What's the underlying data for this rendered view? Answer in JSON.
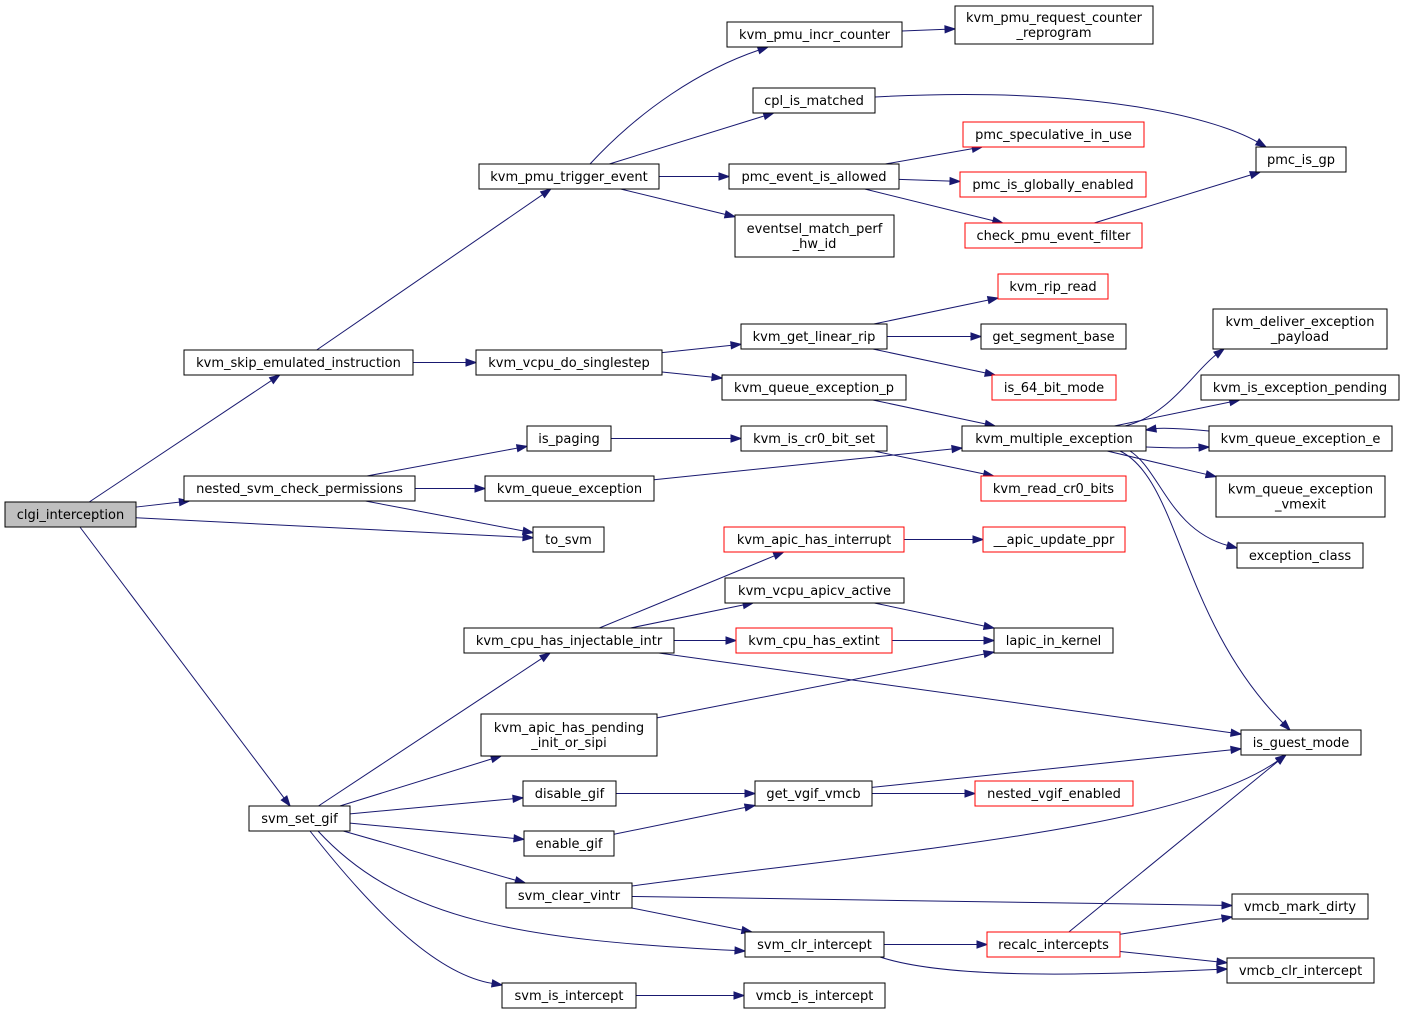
{
  "diagram": {
    "type": "call-graph",
    "colors": {
      "edge": "#191970",
      "node_border": "#000000",
      "node_border_incomplete": "#ff0000",
      "root_fill": "#bfbfbf"
    },
    "nodes": [
      {
        "id": "clgi_interception",
        "lines": [
          "clgi_interception"
        ],
        "style": "root"
      },
      {
        "id": "kvm_skip_emulated_instruction",
        "lines": [
          "kvm_skip_emulated_instruction"
        ],
        "style": "normal"
      },
      {
        "id": "nested_svm_check_permissions",
        "lines": [
          "nested_svm_check_permissions"
        ],
        "style": "normal"
      },
      {
        "id": "to_svm",
        "lines": [
          "to_svm"
        ],
        "style": "normal"
      },
      {
        "id": "svm_set_gif",
        "lines": [
          "svm_set_gif"
        ],
        "style": "normal"
      },
      {
        "id": "kvm_pmu_trigger_event",
        "lines": [
          "kvm_pmu_trigger_event"
        ],
        "style": "normal"
      },
      {
        "id": "kvm_vcpu_do_singlestep",
        "lines": [
          "kvm_vcpu_do_singlestep"
        ],
        "style": "normal"
      },
      {
        "id": "is_paging",
        "lines": [
          "is_paging"
        ],
        "style": "normal"
      },
      {
        "id": "kvm_queue_exception",
        "lines": [
          "kvm_queue_exception"
        ],
        "style": "normal"
      },
      {
        "id": "kvm_cpu_has_injectable_intr",
        "lines": [
          "kvm_cpu_has_injectable_intr"
        ],
        "style": "normal"
      },
      {
        "id": "kvm_apic_has_pending_init_or_sipi",
        "lines": [
          "kvm_apic_has_pending",
          "_init_or_sipi"
        ],
        "style": "normal"
      },
      {
        "id": "disable_gif",
        "lines": [
          "disable_gif"
        ],
        "style": "normal"
      },
      {
        "id": "enable_gif",
        "lines": [
          "enable_gif"
        ],
        "style": "normal"
      },
      {
        "id": "svm_clear_vintr",
        "lines": [
          "svm_clear_vintr"
        ],
        "style": "normal"
      },
      {
        "id": "svm_is_intercept",
        "lines": [
          "svm_is_intercept"
        ],
        "style": "normal"
      },
      {
        "id": "kvm_pmu_incr_counter",
        "lines": [
          "kvm_pmu_incr_counter"
        ],
        "style": "normal"
      },
      {
        "id": "cpl_is_matched",
        "lines": [
          "cpl_is_matched"
        ],
        "style": "normal"
      },
      {
        "id": "pmc_event_is_allowed",
        "lines": [
          "pmc_event_is_allowed"
        ],
        "style": "normal"
      },
      {
        "id": "eventsel_match_perf_hw_id",
        "lines": [
          "eventsel_match_perf",
          "_hw_id"
        ],
        "style": "normal"
      },
      {
        "id": "kvm_get_linear_rip",
        "lines": [
          "kvm_get_linear_rip"
        ],
        "style": "normal"
      },
      {
        "id": "kvm_queue_exception_p",
        "lines": [
          "kvm_queue_exception_p"
        ],
        "style": "normal"
      },
      {
        "id": "kvm_is_cr0_bit_set",
        "lines": [
          "kvm_is_cr0_bit_set"
        ],
        "style": "normal"
      },
      {
        "id": "kvm_apic_has_interrupt",
        "lines": [
          "kvm_apic_has_interrupt"
        ],
        "style": "incomplete"
      },
      {
        "id": "kvm_vcpu_apicv_active",
        "lines": [
          "kvm_vcpu_apicv_active"
        ],
        "style": "normal"
      },
      {
        "id": "kvm_cpu_has_extint",
        "lines": [
          "kvm_cpu_has_extint"
        ],
        "style": "incomplete"
      },
      {
        "id": "get_vgif_vmcb",
        "lines": [
          "get_vgif_vmcb"
        ],
        "style": "normal"
      },
      {
        "id": "svm_clr_intercept",
        "lines": [
          "svm_clr_intercept"
        ],
        "style": "normal"
      },
      {
        "id": "vmcb_is_intercept",
        "lines": [
          "vmcb_is_intercept"
        ],
        "style": "normal"
      },
      {
        "id": "kvm_pmu_request_counter_reprogram",
        "lines": [
          "kvm_pmu_request_counter",
          "_reprogram"
        ],
        "style": "normal"
      },
      {
        "id": "pmc_speculative_in_use",
        "lines": [
          "pmc_speculative_in_use"
        ],
        "style": "incomplete"
      },
      {
        "id": "pmc_is_globally_enabled",
        "lines": [
          "pmc_is_globally_enabled"
        ],
        "style": "incomplete"
      },
      {
        "id": "check_pmu_event_filter",
        "lines": [
          "check_pmu_event_filter"
        ],
        "style": "incomplete"
      },
      {
        "id": "kvm_rip_read",
        "lines": [
          "kvm_rip_read"
        ],
        "style": "incomplete"
      },
      {
        "id": "get_segment_base",
        "lines": [
          "get_segment_base"
        ],
        "style": "normal"
      },
      {
        "id": "is_64_bit_mode",
        "lines": [
          "is_64_bit_mode"
        ],
        "style": "incomplete"
      },
      {
        "id": "kvm_multiple_exception",
        "lines": [
          "kvm_multiple_exception"
        ],
        "style": "normal"
      },
      {
        "id": "kvm_read_cr0_bits",
        "lines": [
          "kvm_read_cr0_bits"
        ],
        "style": "incomplete"
      },
      {
        "id": "apic_update_ppr",
        "lines": [
          "__apic_update_ppr"
        ],
        "style": "incomplete"
      },
      {
        "id": "lapic_in_kernel",
        "lines": [
          "lapic_in_kernel"
        ],
        "style": "normal"
      },
      {
        "id": "nested_vgif_enabled",
        "lines": [
          "nested_vgif_enabled"
        ],
        "style": "incomplete"
      },
      {
        "id": "recalc_intercepts",
        "lines": [
          "recalc_intercepts"
        ],
        "style": "incomplete"
      },
      {
        "id": "pmc_is_gp",
        "lines": [
          "pmc_is_gp"
        ],
        "style": "normal"
      },
      {
        "id": "kvm_deliver_exception_payload",
        "lines": [
          "kvm_deliver_exception",
          "_payload"
        ],
        "style": "normal"
      },
      {
        "id": "kvm_is_exception_pending",
        "lines": [
          "kvm_is_exception_pending"
        ],
        "style": "normal"
      },
      {
        "id": "kvm_queue_exception_e",
        "lines": [
          "kvm_queue_exception_e"
        ],
        "style": "normal"
      },
      {
        "id": "kvm_queue_exception_vmexit",
        "lines": [
          "kvm_queue_exception",
          "_vmexit"
        ],
        "style": "normal"
      },
      {
        "id": "exception_class",
        "lines": [
          "exception_class"
        ],
        "style": "normal"
      },
      {
        "id": "is_guest_mode",
        "lines": [
          "is_guest_mode"
        ],
        "style": "normal"
      },
      {
        "id": "vmcb_mark_dirty",
        "lines": [
          "vmcb_mark_dirty"
        ],
        "style": "normal"
      },
      {
        "id": "vmcb_clr_intercept",
        "lines": [
          "vmcb_clr_intercept"
        ],
        "style": "normal"
      }
    ],
    "edges": [
      {
        "from": "clgi_interception",
        "to": "kvm_skip_emulated_instruction"
      },
      {
        "from": "clgi_interception",
        "to": "nested_svm_check_permissions"
      },
      {
        "from": "clgi_interception",
        "to": "to_svm"
      },
      {
        "from": "clgi_interception",
        "to": "svm_set_gif"
      },
      {
        "from": "kvm_skip_emulated_instruction",
        "to": "kvm_pmu_trigger_event"
      },
      {
        "from": "kvm_skip_emulated_instruction",
        "to": "kvm_vcpu_do_singlestep"
      },
      {
        "from": "kvm_pmu_trigger_event",
        "to": "kvm_pmu_incr_counter"
      },
      {
        "from": "kvm_pmu_trigger_event",
        "to": "cpl_is_matched"
      },
      {
        "from": "kvm_pmu_trigger_event",
        "to": "pmc_event_is_allowed"
      },
      {
        "from": "kvm_pmu_trigger_event",
        "to": "eventsel_match_perf_hw_id"
      },
      {
        "from": "kvm_pmu_incr_counter",
        "to": "kvm_pmu_request_counter_reprogram"
      },
      {
        "from": "cpl_is_matched",
        "to": "pmc_is_gp"
      },
      {
        "from": "pmc_event_is_allowed",
        "to": "pmc_speculative_in_use"
      },
      {
        "from": "pmc_event_is_allowed",
        "to": "pmc_is_globally_enabled"
      },
      {
        "from": "pmc_event_is_allowed",
        "to": "check_pmu_event_filter"
      },
      {
        "from": "check_pmu_event_filter",
        "to": "pmc_is_gp"
      },
      {
        "from": "kvm_vcpu_do_singlestep",
        "to": "kvm_get_linear_rip"
      },
      {
        "from": "kvm_vcpu_do_singlestep",
        "to": "kvm_queue_exception_p"
      },
      {
        "from": "kvm_get_linear_rip",
        "to": "kvm_rip_read"
      },
      {
        "from": "kvm_get_linear_rip",
        "to": "get_segment_base"
      },
      {
        "from": "kvm_get_linear_rip",
        "to": "is_64_bit_mode"
      },
      {
        "from": "kvm_queue_exception_p",
        "to": "kvm_multiple_exception"
      },
      {
        "from": "nested_svm_check_permissions",
        "to": "is_paging"
      },
      {
        "from": "nested_svm_check_permissions",
        "to": "kvm_queue_exception"
      },
      {
        "from": "nested_svm_check_permissions",
        "to": "to_svm"
      },
      {
        "from": "is_paging",
        "to": "kvm_is_cr0_bit_set"
      },
      {
        "from": "kvm_is_cr0_bit_set",
        "to": "kvm_read_cr0_bits"
      },
      {
        "from": "kvm_queue_exception",
        "to": "kvm_multiple_exception"
      },
      {
        "from": "kvm_multiple_exception",
        "to": "kvm_deliver_exception_payload"
      },
      {
        "from": "kvm_multiple_exception",
        "to": "kvm_is_exception_pending"
      },
      {
        "from": "kvm_multiple_exception",
        "to": "kvm_queue_exception_e"
      },
      {
        "from": "kvm_queue_exception_e",
        "to": "kvm_multiple_exception"
      },
      {
        "from": "kvm_multiple_exception",
        "to": "kvm_queue_exception_vmexit"
      },
      {
        "from": "kvm_multiple_exception",
        "to": "exception_class"
      },
      {
        "from": "kvm_multiple_exception",
        "to": "is_guest_mode"
      },
      {
        "from": "svm_set_gif",
        "to": "kvm_cpu_has_injectable_intr"
      },
      {
        "from": "svm_set_gif",
        "to": "kvm_apic_has_pending_init_or_sipi"
      },
      {
        "from": "svm_set_gif",
        "to": "disable_gif"
      },
      {
        "from": "svm_set_gif",
        "to": "enable_gif"
      },
      {
        "from": "svm_set_gif",
        "to": "svm_clear_vintr"
      },
      {
        "from": "svm_set_gif",
        "to": "svm_clr_intercept"
      },
      {
        "from": "svm_set_gif",
        "to": "svm_is_intercept"
      },
      {
        "from": "kvm_cpu_has_injectable_intr",
        "to": "kvm_apic_has_interrupt"
      },
      {
        "from": "kvm_cpu_has_injectable_intr",
        "to": "kvm_vcpu_apicv_active"
      },
      {
        "from": "kvm_cpu_has_injectable_intr",
        "to": "kvm_cpu_has_extint"
      },
      {
        "from": "kvm_cpu_has_injectable_intr",
        "to": "is_guest_mode"
      },
      {
        "from": "kvm_apic_has_interrupt",
        "to": "apic_update_ppr"
      },
      {
        "from": "kvm_vcpu_apicv_active",
        "to": "lapic_in_kernel"
      },
      {
        "from": "kvm_cpu_has_extint",
        "to": "lapic_in_kernel"
      },
      {
        "from": "kvm_apic_has_pending_init_or_sipi",
        "to": "lapic_in_kernel"
      },
      {
        "from": "disable_gif",
        "to": "get_vgif_vmcb"
      },
      {
        "from": "enable_gif",
        "to": "get_vgif_vmcb"
      },
      {
        "from": "get_vgif_vmcb",
        "to": "is_guest_mode"
      },
      {
        "from": "get_vgif_vmcb",
        "to": "nested_vgif_enabled"
      },
      {
        "from": "svm_clear_vintr",
        "to": "is_guest_mode"
      },
      {
        "from": "svm_clear_vintr",
        "to": "svm_clr_intercept"
      },
      {
        "from": "svm_clear_vintr",
        "to": "vmcb_mark_dirty"
      },
      {
        "from": "svm_clr_intercept",
        "to": "recalc_intercepts"
      },
      {
        "from": "svm_clr_intercept",
        "to": "vmcb_clr_intercept"
      },
      {
        "from": "recalc_intercepts",
        "to": "is_guest_mode"
      },
      {
        "from": "recalc_intercepts",
        "to": "vmcb_mark_dirty"
      },
      {
        "from": "recalc_intercepts",
        "to": "vmcb_clr_intercept"
      },
      {
        "from": "svm_is_intercept",
        "to": "vmcb_is_intercept"
      }
    ]
  }
}
